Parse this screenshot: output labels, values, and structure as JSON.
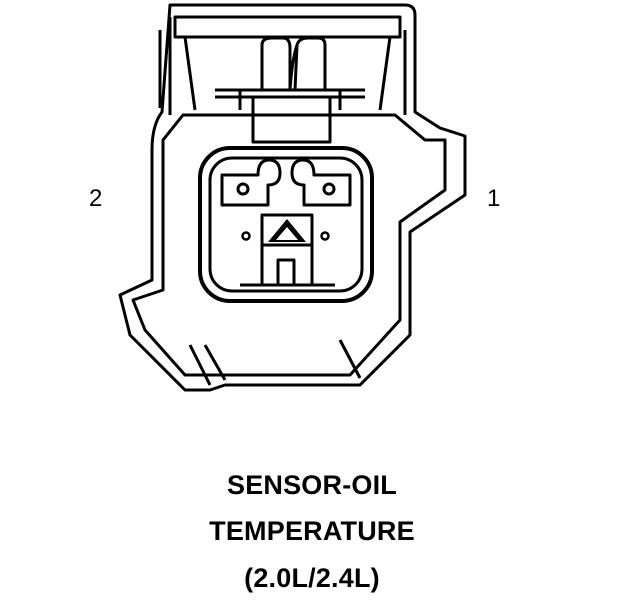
{
  "pin_labels": {
    "left": "2",
    "right": "1"
  },
  "caption": {
    "line1": "SENSOR-OIL",
    "line2": "TEMPERATURE",
    "line3": "(2.0L/2.4L)"
  }
}
